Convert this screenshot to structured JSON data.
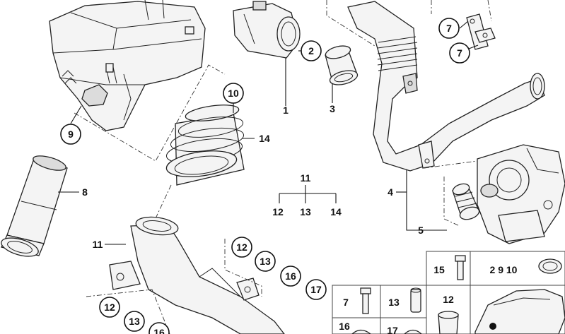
{
  "callouts": [
    {
      "id": "c-10",
      "label": "10"
    },
    {
      "id": "c-2",
      "label": "2"
    },
    {
      "id": "c-7a",
      "label": "7"
    },
    {
      "id": "c-7b",
      "label": "7"
    },
    {
      "id": "c-9",
      "label": "9"
    },
    {
      "id": "c-12a",
      "label": "12"
    },
    {
      "id": "c-13a",
      "label": "13"
    },
    {
      "id": "c-16a",
      "label": "16"
    },
    {
      "id": "c-17a",
      "label": "17"
    },
    {
      "id": "c-12b",
      "label": "12"
    },
    {
      "id": "c-13b",
      "label": "13"
    },
    {
      "id": "c-16b",
      "label": "16"
    }
  ],
  "labels": {
    "l1": "1",
    "l3": "3",
    "l4": "4",
    "l5": "5",
    "l8": "8",
    "l11": "11",
    "l14": "14",
    "group_top": "11",
    "group_a": "12",
    "group_b": "13",
    "group_c": "14"
  },
  "parts_box": {
    "cells": [
      {
        "id": "b15",
        "label": "15"
      },
      {
        "id": "b2910",
        "label": "2  9  10"
      },
      {
        "id": "b7",
        "label": "7"
      },
      {
        "id": "b13",
        "label": "13"
      },
      {
        "id": "b12",
        "label": "12"
      },
      {
        "id": "b16",
        "label": "16"
      },
      {
        "id": "b17",
        "label": "17"
      }
    ]
  }
}
